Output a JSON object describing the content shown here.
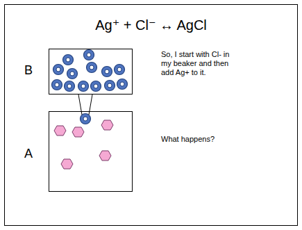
{
  "diagram": {
    "title": "Ag⁺ + Cl⁻ ↔ AgCl",
    "nodes": [
      {
        "text": [
          "B"
        ]
      },
      {
        "text": [
          "A"
        ]
      }
    ],
    "labels": [
      "So, I start with Cl- in my beaker and then add Ag+ to it.",
      "What happens?"
    ]
  }
}
